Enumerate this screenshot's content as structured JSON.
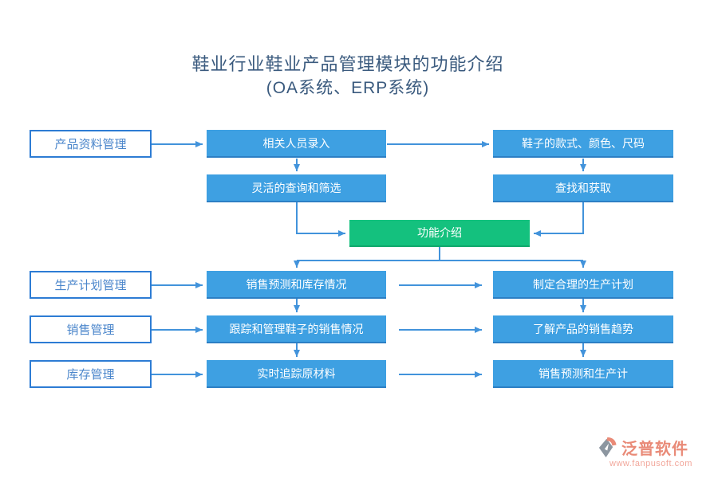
{
  "title": {
    "line1": "鞋业行业鞋业产品管理模块的功能介绍",
    "line2": "(OA系统、ERP系统)"
  },
  "nodes": {
    "product_info_mgmt": "产品资料管理",
    "person_entry": "相关人员录入",
    "shoe_style": "鞋子的款式、颜色、尺码",
    "flexible_query": "灵活的查询和筛选",
    "find_get": "查找和获取",
    "feature_intro": "功能介绍",
    "production_plan_mgmt": "生产计划管理",
    "sales_forecast_inventory": "销售预测和库存情况",
    "reasonable_plan": "制定合理的生产计划",
    "sales_mgmt": "销售管理",
    "track_sales": "跟踪和管理鞋子的销售情况",
    "sales_trend": "了解产品的销售趋势",
    "inventory_mgmt": "库存管理",
    "track_materials": "实时追踪原材料",
    "forecast_production": "销售预测和生产计"
  },
  "watermark": {
    "brand": "泛普软件",
    "url": "www.fanpusoft.com"
  },
  "colors": {
    "box_blue": "#3ea0e2",
    "box_blue_edge": "#2c7fc4",
    "box_green": "#14c17e",
    "box_green_edge": "#0fa86b",
    "outline_blue": "#2d7cd4",
    "label_text_blue": "#4b86cb",
    "arrow_blue": "#4293db",
    "title_text": "#3a5a7e",
    "brand_coral": "#e98a77",
    "url_coral": "#f2a79b",
    "logo_gray": "#8c96a0"
  }
}
